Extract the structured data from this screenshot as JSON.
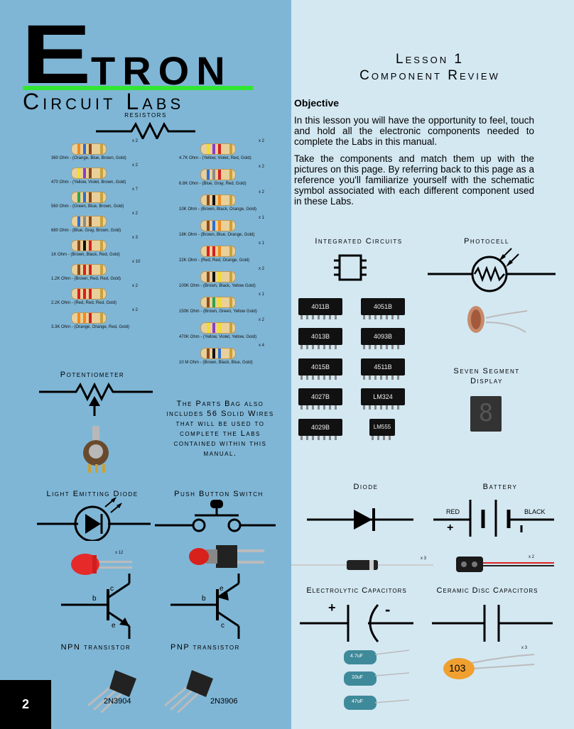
{
  "logo": {
    "big_letter": "E",
    "rest": "TRON",
    "subtitle": "Circuit Labs"
  },
  "lesson": {
    "line1": "Lesson 1",
    "line2": "Component Review"
  },
  "objective": {
    "heading": "Objective",
    "para1": "In this lesson you will have the opportunity to feel, touch and hold all the electronic components needed to complete the Labs in this manual.",
    "para2": "Take the components and match them up with the pictures on this page.  By referring back to this page as a reference you'll familiarize yourself with the schematic symbol associated with each different component used in these Labs."
  },
  "resistors": {
    "title": "resistors",
    "left": [
      {
        "label": "360 Ohm -  (Orange, Blue, Brown, Gold)",
        "qty": "x 2",
        "bands": [
          "#f08a1c",
          "#2a6fd6",
          "#8b4a1c",
          "#c9a23a"
        ]
      },
      {
        "label": "470 Ohm -  (Yellow, Violet, Brown, Gold)",
        "qty": "x 2",
        "bands": [
          "#f2dd2a",
          "#8a3fc4",
          "#8b4a1c",
          "#c9a23a"
        ]
      },
      {
        "label": "560 Ohm -  (Green, Blue, Brown, Gold)",
        "qty": "x 7",
        "bands": [
          "#2fa34a",
          "#2a6fd6",
          "#8b4a1c",
          "#c9a23a"
        ]
      },
      {
        "label": "680 Ohm -  (Blue, Gray, Brown, Gold)",
        "qty": "x 2",
        "bands": [
          "#2a6fd6",
          "#8c8c8c",
          "#8b4a1c",
          "#c9a23a"
        ]
      },
      {
        "label": "1K Ohm -  (Brown, Black, Red, Gold)",
        "qty": "x 3",
        "bands": [
          "#8b4a1c",
          "#111111",
          "#d42020",
          "#c9a23a"
        ]
      },
      {
        "label": "1.2K Ohm -  (Brown, Red, Red, Gold)",
        "qty": "x 10",
        "bands": [
          "#8b4a1c",
          "#d42020",
          "#d42020",
          "#c9a23a"
        ]
      },
      {
        "label": "2.2K Ohm -  (Red, Red, Red, Gold)",
        "qty": "x 2",
        "bands": [
          "#d42020",
          "#d42020",
          "#d42020",
          "#c9a23a"
        ]
      },
      {
        "label": "3.3K Ohm -  (Orange, Orange, Red, Gold)",
        "qty": "x 2",
        "bands": [
          "#f08a1c",
          "#f08a1c",
          "#d42020",
          "#c9a23a"
        ]
      }
    ],
    "right": [
      {
        "label": "4.7K Ohm -  (Yellow, Violet, Red, Gold)",
        "qty": "x 2",
        "bands": [
          "#f2dd2a",
          "#8a3fc4",
          "#d42020",
          "#c9a23a"
        ]
      },
      {
        "label": "6.8K Ohm -  (Blue, Gray, Red, Gold)",
        "qty": "x 2",
        "bands": [
          "#2a6fd6",
          "#8c8c8c",
          "#d42020",
          "#c9a23a"
        ]
      },
      {
        "label": "10K Ohm -  (Brown, Black, Orange, Gold)",
        "qty": "x 2",
        "bands": [
          "#8b4a1c",
          "#111111",
          "#f08a1c",
          "#c9a23a"
        ]
      },
      {
        "label": "18K Ohm -  (Brown, Blue, Orange, Gold)",
        "qty": "x 1",
        "bands": [
          "#8b4a1c",
          "#2a6fd6",
          "#f08a1c",
          "#c9a23a"
        ]
      },
      {
        "label": "22K Ohm -  (Red, Red, Orange, Gold)",
        "qty": "x 1",
        "bands": [
          "#d42020",
          "#d42020",
          "#f08a1c",
          "#c9a23a"
        ]
      },
      {
        "label": "100K Ohm -  (Brown, Black, Yellow Gold)",
        "qty": "x 2",
        "bands": [
          "#8b4a1c",
          "#111111",
          "#f2dd2a",
          "#c9a23a"
        ]
      },
      {
        "label": "150K Ohm -  (Brown, Green, Yellow Gold)",
        "qty": "x 1",
        "bands": [
          "#8b4a1c",
          "#2fa34a",
          "#f2dd2a",
          "#c9a23a"
        ]
      },
      {
        "label": "470K Ohm -  (Yellow, Violet, Yellow, Gold)",
        "qty": "x 2",
        "bands": [
          "#f2dd2a",
          "#8a3fc4",
          "#f2dd2a",
          "#c9a23a"
        ]
      },
      {
        "label": "10 M Ohm -  (Brown, Black, Blue, Gold)",
        "qty": "x 4",
        "bands": [
          "#8b4a1c",
          "#111111",
          "#2a6fd6",
          "#c9a23a"
        ]
      }
    ]
  },
  "labels": {
    "potentiometer": "Potentiometer",
    "ics": "Integrated Circuits",
    "photocell": "Photocell",
    "seven_segment_1": "Seven Segment",
    "seven_segment_2": "Display",
    "led": "Light Emitting Diode",
    "push_button": "Push Button Switch",
    "diode": "Diode",
    "battery": "Battery",
    "electrolytic": "Electrolytic Capacitors",
    "ceramic": "Ceramic Disc Capacitors",
    "npn": "NPN transistor",
    "pnp": "PNP transistor"
  },
  "parts_note": "The Parts Bag also includes 56 Solid Wires that will be used to complete the Labs contained within this manual.",
  "ics": [
    "4011B",
    "4051B",
    "4013B",
    "4093B",
    "4015B",
    "4511B",
    "4027B",
    "LM324",
    "4029B",
    "LM555"
  ],
  "battery": {
    "red": "RED",
    "black": "BLACK",
    "plus": "+",
    "qty": "x 2"
  },
  "electrolytic_marks": {
    "plus": "+",
    "minus": "-"
  },
  "caps_values": [
    "4.7uF",
    "10uF",
    "47uF"
  ],
  "ceramic_value": "103",
  "ceramic_qty": "x 3",
  "led_qty": "x 12",
  "diode_qty": "x 3",
  "transistor_pins": {
    "b": "b",
    "c": "c",
    "e": "e"
  },
  "transistors": {
    "npn_part": "2N3904",
    "pnp_part": "2N3906"
  },
  "page_number": "2",
  "seven_seg_digit": "8"
}
